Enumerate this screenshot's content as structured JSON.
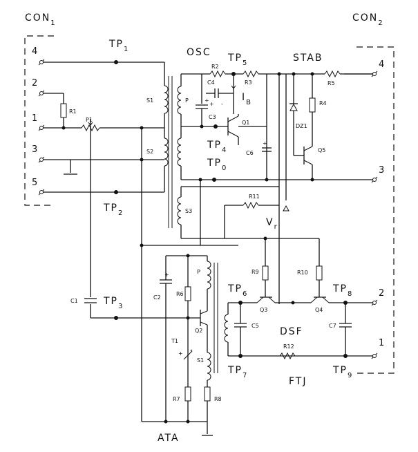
{
  "connectors": {
    "con1": {
      "label": "CON",
      "index": "1",
      "pins": [
        "4",
        "2",
        "1",
        "3",
        "5"
      ]
    },
    "con2": {
      "label": "CON",
      "index": "2",
      "pins": [
        "4",
        "3",
        "2",
        "1"
      ]
    }
  },
  "test_points": {
    "tp1": {
      "label": "TP",
      "index": "1"
    },
    "tp2": {
      "label": "TP",
      "index": "2"
    },
    "tp3": {
      "label": "TP",
      "index": "3"
    },
    "tp4": {
      "label": "TP",
      "index": "4"
    },
    "tp5": {
      "label": "TP",
      "index": "5"
    },
    "tp6": {
      "label": "TP",
      "index": "6"
    },
    "tp7": {
      "label": "TP",
      "index": "7"
    },
    "tp8": {
      "label": "TP",
      "index": "8"
    },
    "tp9": {
      "label": "TP",
      "index": "9"
    },
    "tp0": {
      "label": "TP",
      "index": "0"
    }
  },
  "blocks": {
    "osc": "OSC",
    "stab": "STAB",
    "dsf": "DSF",
    "ftj": "FTJ",
    "ata": "ATA"
  },
  "signals": {
    "vr": "V",
    "vr_sub": "r",
    "ib": "I",
    "ib_sub": "B"
  },
  "components": {
    "r1": "R1",
    "p1": "P1",
    "r2": "R2",
    "r3": "R3",
    "r4": "R4",
    "r5": "R5",
    "r6": "R6",
    "r7": "R7",
    "r8": "R8",
    "r9": "R9",
    "r10": "R10",
    "r11": "R11",
    "r12": "R12",
    "c1": "C1",
    "c2": "C2",
    "c3": "C3",
    "c4": "C4",
    "c5": "C5",
    "c6": "C6",
    "c7": "C7",
    "q1": "Q1",
    "q2": "Q2",
    "q3": "Q3",
    "q4": "Q4",
    "q5": "Q5",
    "dz1": "DZ1",
    "t1": "T1",
    "s1": "S1",
    "s2": "S2",
    "s3": "S3",
    "p_top": "P",
    "s1_lower": "S1",
    "p_lower": "P",
    "c4_plus": "+",
    "c4_minus": "-",
    "c3_plus": "+",
    "c6_plus": "+",
    "c2_plus": "+",
    "t1_plus": "+"
  }
}
